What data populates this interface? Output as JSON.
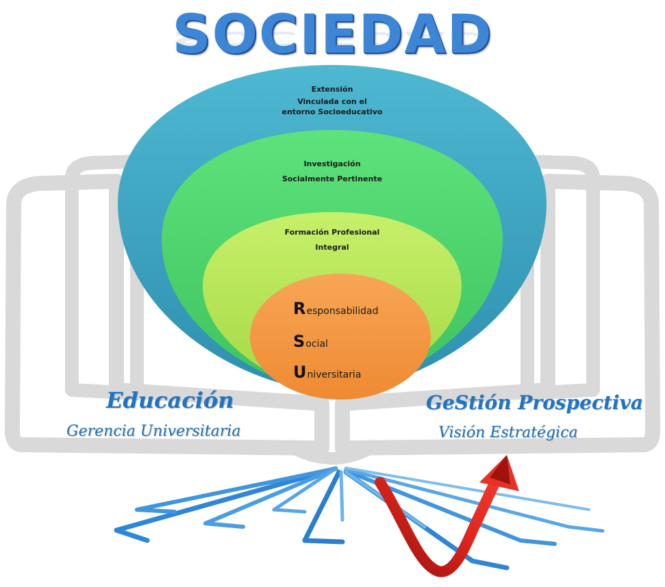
{
  "title": "SOCIEDAD",
  "rings": {
    "outer": {
      "line1": "Extensión",
      "line2": "Vinculada con el",
      "line3": "entorno Socioeducativo"
    },
    "second": {
      "line1": "Investigación",
      "line2": "Socialmente Pertinente"
    },
    "third": {
      "line1": "Formación Profesional",
      "line2": "Integral"
    }
  },
  "core": [
    {
      "initial": "R",
      "rest": "esponsabilidad"
    },
    {
      "initial": "S",
      "rest": "ocial"
    },
    {
      "initial": "U",
      "rest": "niversitaria"
    }
  ],
  "left_panel": {
    "title": "Educación",
    "subtitle": "Gerencia Universitaria"
  },
  "right_panel": {
    "title": "GeStión Prospectiva",
    "subtitle": "Visión Estratégica"
  },
  "colors": {
    "outer": "#3aa6c0",
    "second": "#4fd36e",
    "third": "#b7e653",
    "core": "#f59a45",
    "book": "#d7d7d7",
    "title": "#3d86d6",
    "arrow_red": "#d8231b",
    "arrow_blue": "#2b8bd9"
  }
}
